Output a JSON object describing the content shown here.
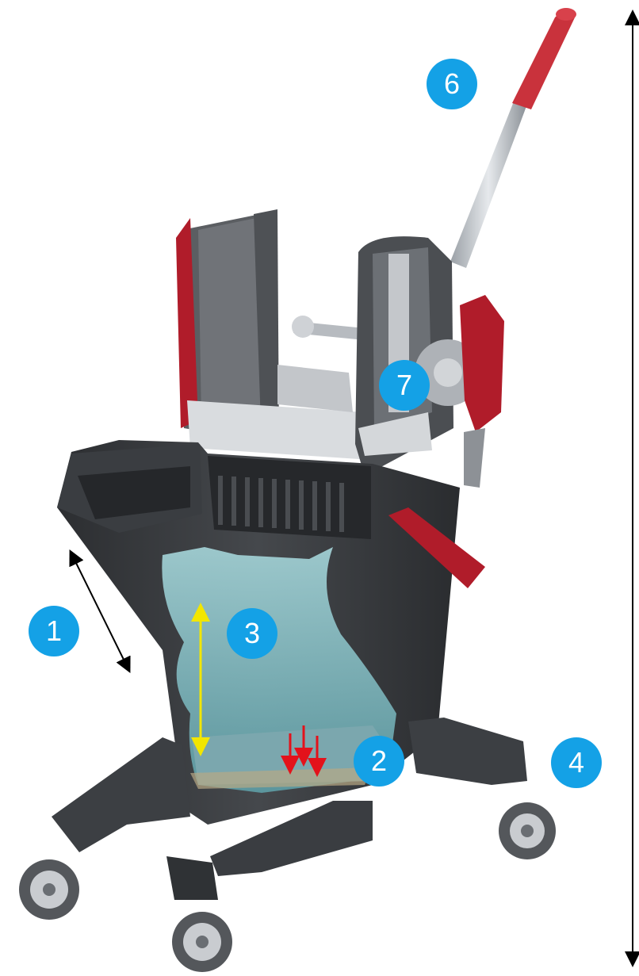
{
  "callouts": [
    {
      "id": "1",
      "label": "1"
    },
    {
      "id": "2",
      "label": "2"
    },
    {
      "id": "3",
      "label": "3"
    },
    {
      "id": "4",
      "label": "4"
    },
    {
      "id": "6",
      "label": "6"
    },
    {
      "id": "7",
      "label": "7"
    }
  ],
  "colors": {
    "badge": "#14a1e6",
    "bucket_body": "#3b3d40",
    "accent_red": "#b01c2a",
    "water": "#8ec9cf",
    "marker_yellow": "#f2e600",
    "marker_red": "#e3121b",
    "marker_black": "#000000"
  }
}
